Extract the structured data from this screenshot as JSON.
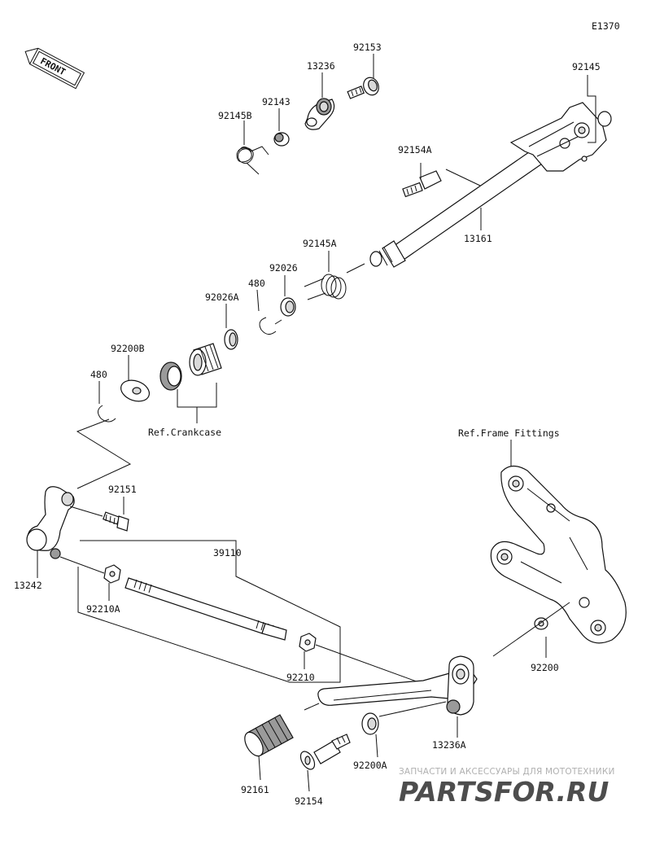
{
  "diagram_code": "E1370",
  "front_label": "FRONT",
  "part_labels": {
    "p92153": "92153",
    "p13236": "13236",
    "p92145": "92145",
    "p92143": "92143",
    "p92145B": "92145B",
    "p92154A": "92154A",
    "p13161": "13161",
    "p92145A": "92145A",
    "p92026": "92026",
    "p480_top": "480",
    "p92026A": "92026A",
    "p92200B": "92200B",
    "p480_left": "480",
    "p92151": "92151",
    "p13242": "13242",
    "p39110": "39110",
    "p92210A": "92210A",
    "p92210": "92210",
    "p92200": "92200",
    "p13236A": "13236A",
    "p92161": "92161",
    "p92154": "92154",
    "p92200A": "92200A"
  },
  "ref_labels": {
    "crankcase": "Ref.Crankcase",
    "frame_fittings": "Ref.Frame Fittings"
  },
  "watermark": {
    "subtitle": "ЗАПЧАСТИ И АКСЕССУАРЫ ДЛЯ МОТОТЕХНИКИ",
    "brand": "PARTSFOR.RU",
    "color": "#e05a5a"
  }
}
